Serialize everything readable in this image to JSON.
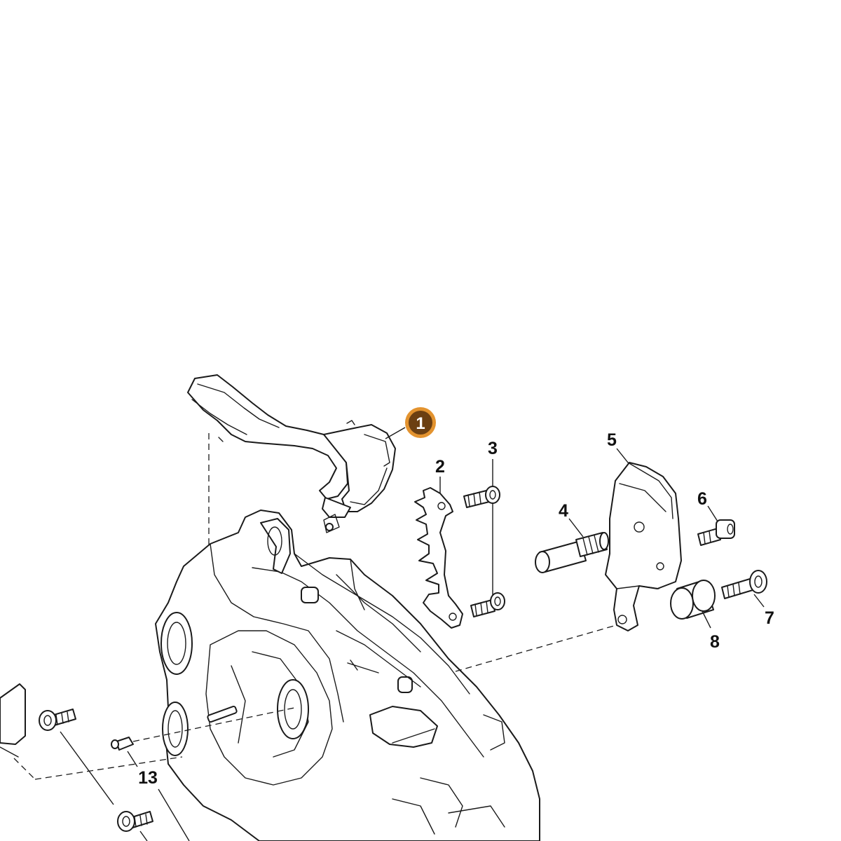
{
  "diagram": {
    "highlight_label": "1",
    "highlight_colors": {
      "fill": "#6b3f12",
      "ring": "#e3932f",
      "text": "#ffffff"
    },
    "labels": {
      "part2": "2",
      "part3": "3",
      "part4": "4",
      "part5": "5",
      "part6": "6",
      "part7": "7",
      "part8": "8",
      "part13": "13"
    },
    "line_color": "#1a1a1a",
    "background": "#ffffff"
  }
}
